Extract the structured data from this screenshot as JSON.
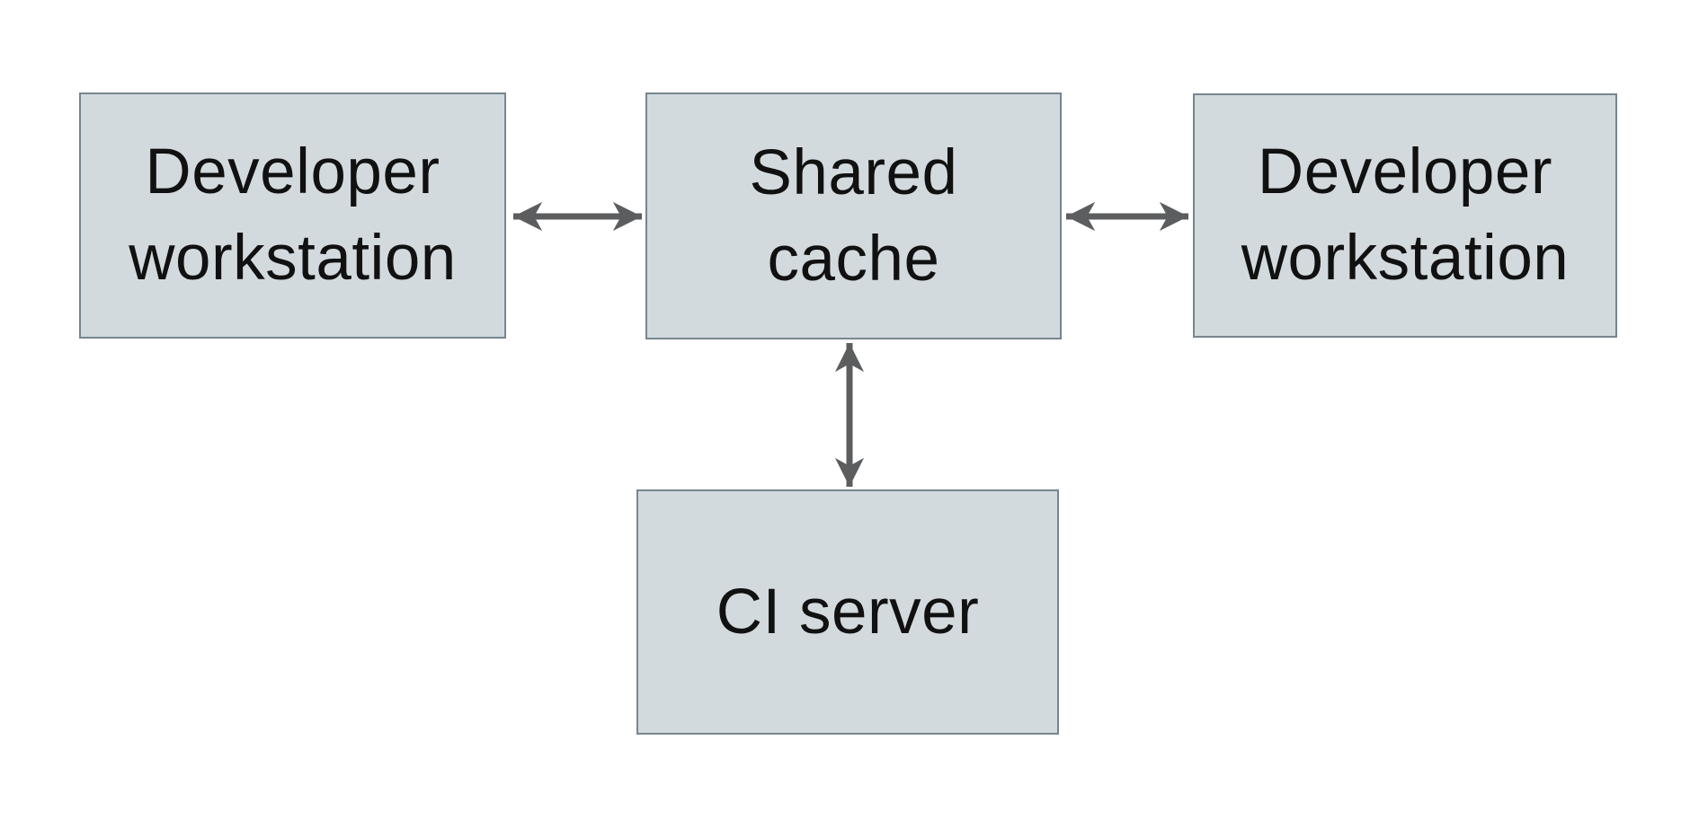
{
  "diagram": {
    "type": "architecture-diagram",
    "background": "white",
    "nodes": {
      "dev_workstation_left": {
        "label": "Developer workstation",
        "lines": [
          "Developer",
          "workstation"
        ]
      },
      "shared_cache": {
        "label": "Shared cache",
        "lines": [
          "Shared",
          "cache"
        ]
      },
      "dev_workstation_right": {
        "label": "Developer workstation",
        "lines": [
          "Developer",
          "workstation"
        ]
      },
      "ci_server": {
        "label": "CI server",
        "lines": [
          "CI server"
        ]
      }
    },
    "edges": [
      {
        "from": "dev_workstation_left",
        "to": "shared_cache",
        "direction": "bidirectional",
        "orientation": "horizontal"
      },
      {
        "from": "shared_cache",
        "to": "dev_workstation_right",
        "direction": "bidirectional",
        "orientation": "horizontal"
      },
      {
        "from": "shared_cache",
        "to": "ci_server",
        "direction": "bidirectional",
        "orientation": "vertical"
      }
    ]
  },
  "colors": {
    "background": "#ffffff",
    "node_fill": "#d3dade",
    "node_border": "#76868f",
    "arrow": "#5b5d5f",
    "text": "#111111"
  }
}
